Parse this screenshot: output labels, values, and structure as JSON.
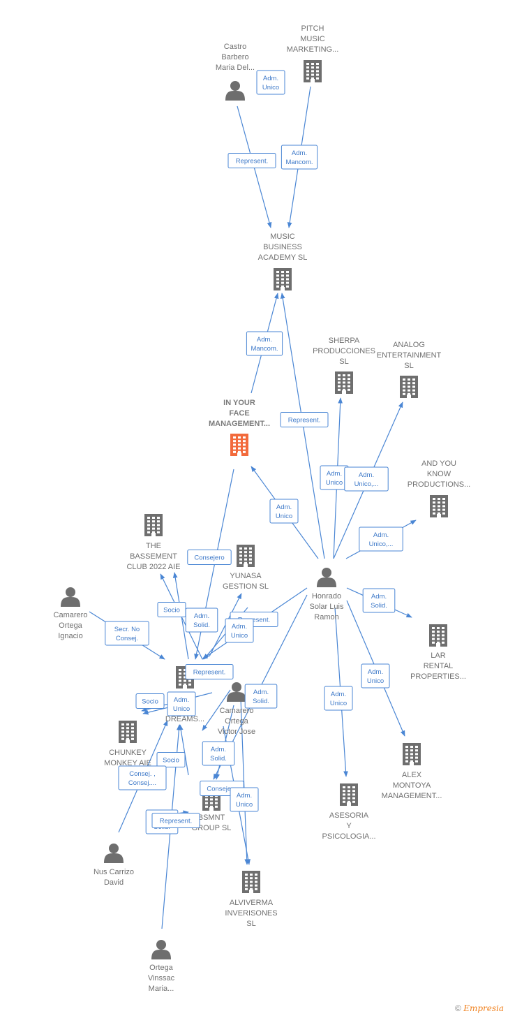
{
  "colors": {
    "building": "#6e6e6e",
    "highlight": "#f26a3c",
    "person": "#6e6e6e",
    "edge": "#4a86d4"
  },
  "nodes": [
    {
      "id": "castro",
      "kind": "person",
      "label": [
        "Castro",
        "Barbero",
        "Maria Del..."
      ]
    },
    {
      "id": "pitch",
      "kind": "company",
      "label": [
        "PITCH",
        "MUSIC",
        "MARKETING..."
      ]
    },
    {
      "id": "mba",
      "kind": "company",
      "label": [
        "MUSIC",
        "BUSINESS",
        "ACADEMY  SL"
      ]
    },
    {
      "id": "iyf",
      "kind": "company",
      "highlight": true,
      "label": [
        "IN YOUR",
        "FACE",
        "MANAGEMENT..."
      ]
    },
    {
      "id": "sherpa",
      "kind": "company",
      "label": [
        "SHERPA",
        "PRODUCCIONES",
        "SL"
      ]
    },
    {
      "id": "analog",
      "kind": "company",
      "label": [
        "ANALOG",
        "ENTERTAINMENT",
        "SL"
      ]
    },
    {
      "id": "ayk",
      "kind": "company",
      "label": [
        "AND YOU",
        "KNOW",
        "PRODUCTIONS..."
      ]
    },
    {
      "id": "bassement",
      "kind": "company",
      "label": [
        "THE",
        "BASSEMENT",
        "CLUB 2022 AIE"
      ]
    },
    {
      "id": "yunasa",
      "kind": "company",
      "label": [
        "YUNASA",
        "GESTION SL"
      ]
    },
    {
      "id": "honrado",
      "kind": "person",
      "label": [
        "Honrado",
        "Solar Luis",
        "Ramon"
      ]
    },
    {
      "id": "camig",
      "kind": "person",
      "label": [
        "Camarero",
        "Ortega",
        "Ignacio"
      ]
    },
    {
      "id": "lar",
      "kind": "company",
      "label": [
        "LAR",
        "RENTAL",
        "PROPERTIES..."
      ]
    },
    {
      "id": "bd",
      "kind": "company",
      "label": [
        "B...NT",
        "DREAMS..."
      ]
    },
    {
      "id": "camvic",
      "kind": "person",
      "label": [
        "Camarero",
        "Ortega",
        "Victor Jose"
      ]
    },
    {
      "id": "chunkey",
      "kind": "company",
      "label": [
        "CHUNKEY",
        "MONKEY AIE"
      ]
    },
    {
      "id": "alex",
      "kind": "company",
      "label": [
        "ALEX",
        "MONTOYA",
        "MANAGEMENT..."
      ]
    },
    {
      "id": "bsmnt",
      "kind": "company",
      "label": [
        "BSMNT",
        "GROUP  SL"
      ]
    },
    {
      "id": "asesoria",
      "kind": "company",
      "label": [
        "ASESORIA",
        "Y",
        "PSICOLOGIA..."
      ]
    },
    {
      "id": "nus",
      "kind": "person",
      "label": [
        "Nus Carrizo",
        "David"
      ]
    },
    {
      "id": "alviverma",
      "kind": "company",
      "label": [
        "ALVIVERMA",
        "INVERISONES",
        "SL"
      ]
    },
    {
      "id": "ortega",
      "kind": "person",
      "label": [
        "Ortega",
        "Vinssac",
        "Maria..."
      ]
    }
  ],
  "edge_labels": [
    [
      "Adm.",
      "Unico"
    ],
    [
      "Represent."
    ],
    [
      "Adm.",
      "Mancom."
    ],
    [
      "Adm.",
      "Mancom."
    ],
    [
      "Represent."
    ],
    [
      "Adm.",
      "Unico"
    ],
    [
      "Adm.",
      "Unico,..."
    ],
    [
      "Adm.",
      "Unico"
    ],
    [
      "Adm.",
      "Unico,..."
    ],
    [
      "Consejero"
    ],
    [
      "Adm.",
      "Solid."
    ],
    [
      "Socio"
    ],
    [
      "Adm.",
      "Solid."
    ],
    [
      "Secr.  No",
      "Consej."
    ],
    [
      "Represent."
    ],
    [
      "Adm.",
      "Unico"
    ],
    [
      "Represent."
    ],
    [
      "Adm.",
      "Solid."
    ],
    [
      "Adm.",
      "Unico"
    ],
    [
      "Socio"
    ],
    [
      "Adm.",
      "Unico"
    ],
    [
      "Adm.",
      "Unico"
    ],
    [
      "Socio"
    ],
    [
      "Consej. ,",
      "Consej...."
    ],
    [
      "Adm.",
      "Solid."
    ],
    [
      "Consejero"
    ],
    [
      "Adm.",
      "Unico"
    ],
    [
      "Adm.",
      "Solid."
    ],
    [
      "Represent."
    ]
  ],
  "footer": {
    "copyright": "©",
    "brand": "Empresia"
  }
}
